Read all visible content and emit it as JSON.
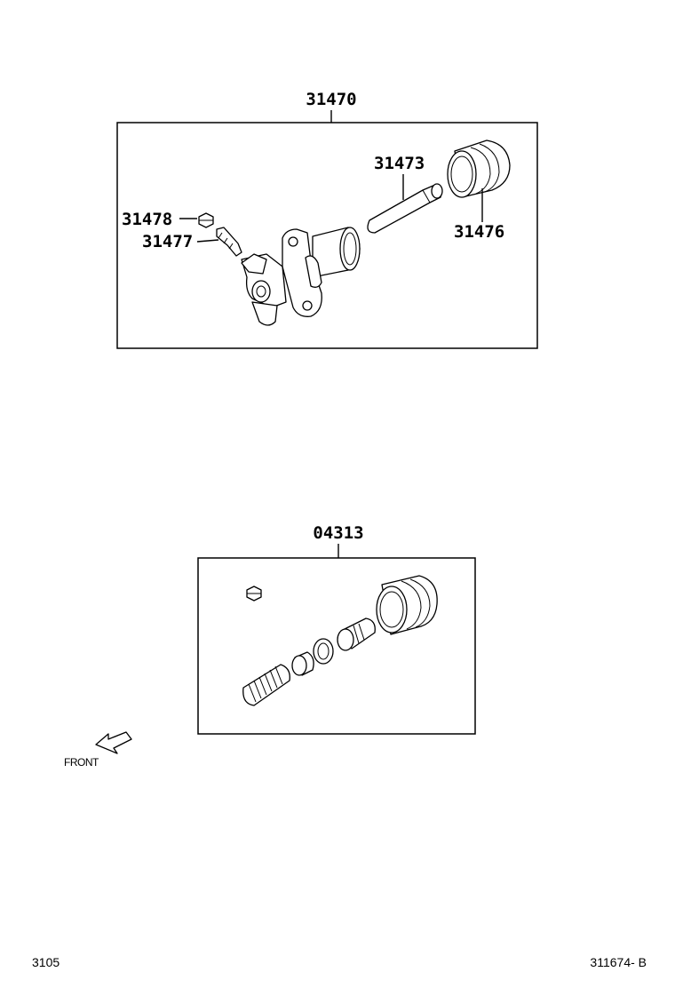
{
  "assembly_1": {
    "number": "31470",
    "parts": {
      "piston_rod": "31473",
      "boot": "31476",
      "bleeder_cap": "31478",
      "bleeder_plug": "31477"
    }
  },
  "assembly_2": {
    "number": "04313"
  },
  "direction_label": "FRONT",
  "page_code_left": "3105",
  "page_code_right": "311674- B"
}
